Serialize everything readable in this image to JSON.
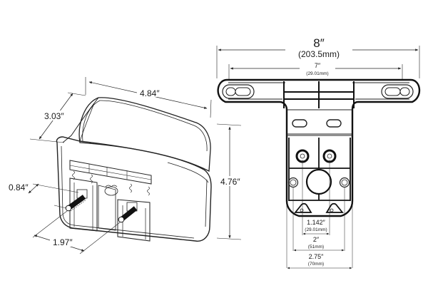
{
  "lamp": {
    "width_label": "4.84″",
    "depth_label": "3.03″",
    "height_label": "4.76″",
    "stud_length_label": "0.84″",
    "stud_spacing_label": "1.97″"
  },
  "bracket": {
    "overall_width_label": "8″",
    "overall_width_mm": "(203.5mm)",
    "slot_spacing_label": "7″",
    "slot_spacing_mm": "(29.01mm)",
    "hole_spacing_label": "1.142″",
    "hole_spacing_mm": "(29.01mm)",
    "mid_spacing_label": "2″",
    "mid_spacing_mm": "(51mm)",
    "base_width_label": "2.75″",
    "base_width_mm": "(70mm)"
  }
}
